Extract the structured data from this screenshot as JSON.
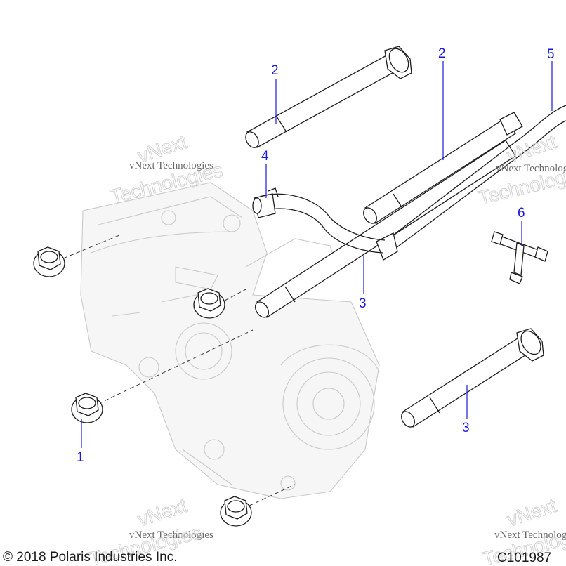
{
  "callouts": {
    "c1": "1",
    "c2a": "2",
    "c2b": "2",
    "c3a": "3",
    "c3b": "3",
    "c4": "4",
    "c5": "5",
    "c6": "6"
  },
  "watermark": {
    "line1": "vNext Technologies",
    "line2": "vNext",
    "line3": "Technologies"
  },
  "footer": {
    "copyright": "© 2018 Polaris Industries Inc.",
    "figure_id": "C101987"
  },
  "colors": {
    "callout": "#1a1adb",
    "outline": "#1e1e1e",
    "ghost": "#c9c9c9"
  }
}
